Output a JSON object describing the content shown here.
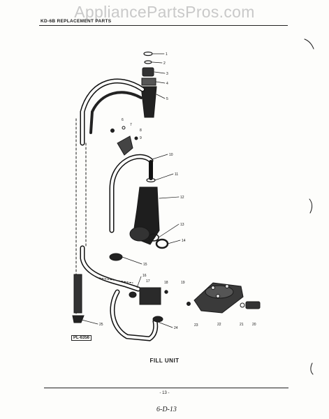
{
  "watermark": "AppliancePartsPros.com",
  "header": "KD-6B REPLACEMENT PARTS",
  "plate_number": "PL-6356",
  "caption": "FILL UNIT",
  "page_number": "- 13 -",
  "handwritten": "6-D-13",
  "callouts": {
    "c1": "1",
    "c2": "2",
    "c3": "3",
    "c4": "4",
    "c5": "5",
    "c6": "6",
    "c7": "7",
    "c8": "8",
    "c9": "9",
    "c10": "10",
    "c11": "11",
    "c12": "12",
    "c13": "13",
    "c14": "14",
    "c15": "15",
    "c16": "16",
    "c17": "17",
    "c18": "18",
    "c19": "19",
    "c20": "20",
    "c21": "21",
    "c22": "22",
    "c23": "23",
    "c24": "24",
    "c25": "25"
  }
}
